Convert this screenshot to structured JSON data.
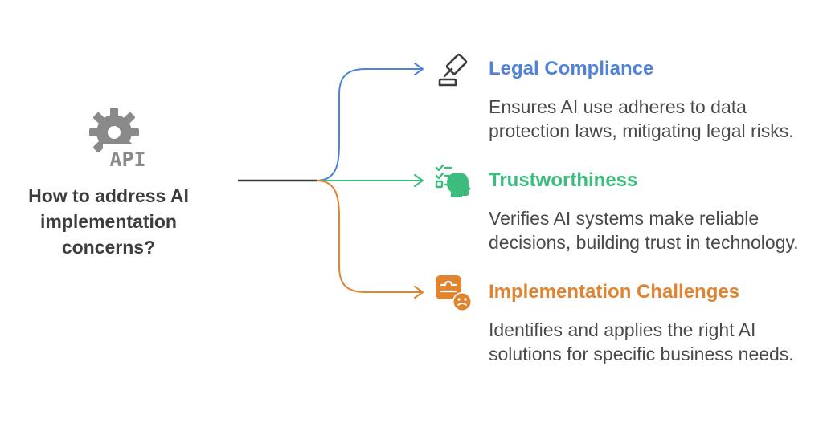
{
  "central": {
    "title": "How to address AI implementation concerns?",
    "icon_name": "gear-api-icon",
    "icon_text": "API",
    "icon_color": "#8a8a8a"
  },
  "branches": [
    {
      "heading": "Legal Compliance",
      "description": "Ensures AI use adheres to data protection laws, mitigating legal risks.",
      "color": "#4f83d9",
      "icon_name": "gavel-icon"
    },
    {
      "heading": "Trustworthiness",
      "description": "Verifies AI systems make reliable decisions, building trust in technology.",
      "color": "#3dbd7d",
      "icon_name": "checklist-head-icon"
    },
    {
      "heading": "Implementation Challenges",
      "description": "Identifies and applies the right AI solutions for specific business needs.",
      "color": "#e08430",
      "icon_name": "puzzle-face-icon"
    }
  ]
}
